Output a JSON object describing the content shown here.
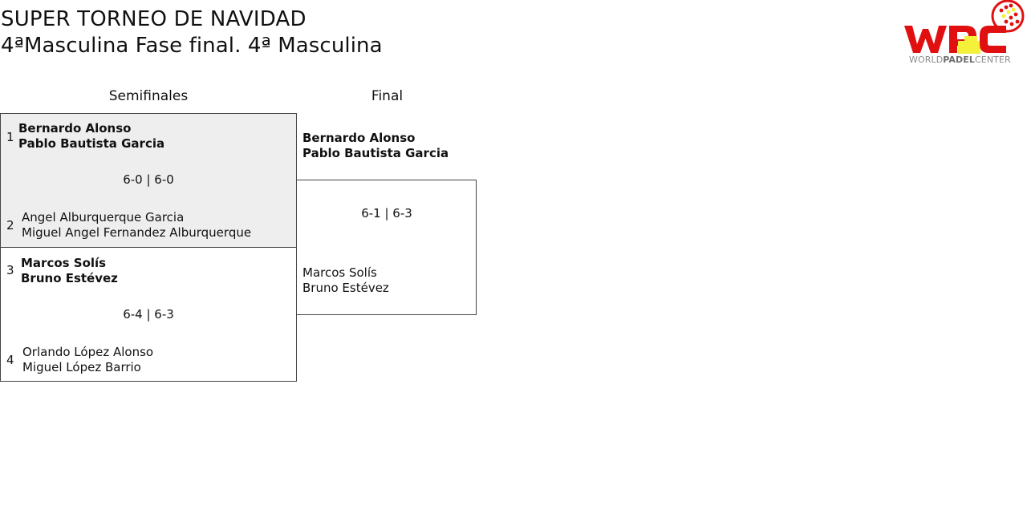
{
  "header": {
    "title_line1": "SUPER TORNEO DE NAVIDAD",
    "title_line2": "4ªMasculina Fase final. 4ª Masculina"
  },
  "logo": {
    "text_light_left": "WORLD",
    "text_bold": "PADEL",
    "text_light_right": "CENTER",
    "colors": {
      "red": "#e01010",
      "yellow": "#f5f03a",
      "gray": "#8a8a8a"
    }
  },
  "rounds": {
    "semifinal_label": "Semifinales",
    "final_label": "Final"
  },
  "semifinals": [
    {
      "team_a": {
        "seed": "1",
        "player1": "Bernardo Alonso",
        "player2": "Pablo Bautista Garcia",
        "winner": true
      },
      "score": "6-0 | 6-0",
      "team_b": {
        "seed": "2",
        "player1": "Angel Alburquerque Garcia",
        "player2": "Miguel Angel Fernandez Alburquerque",
        "winner": false
      }
    },
    {
      "team_a": {
        "seed": "3",
        "player1": "Marcos Solís",
        "player2": "Bruno Estévez",
        "winner": true
      },
      "score": "6-4 | 6-3",
      "team_b": {
        "seed": "4",
        "player1": "Orlando López Alonso",
        "player2": "Miguel López Barrio",
        "winner": false
      }
    }
  ],
  "final": {
    "team_a": {
      "player1": "Bernardo Alonso",
      "player2": "Pablo Bautista Garcia",
      "winner": true
    },
    "score": "6-1 | 6-3",
    "team_b": {
      "player1": "Marcos Solís",
      "player2": "Bruno Estévez",
      "winner": false
    }
  }
}
